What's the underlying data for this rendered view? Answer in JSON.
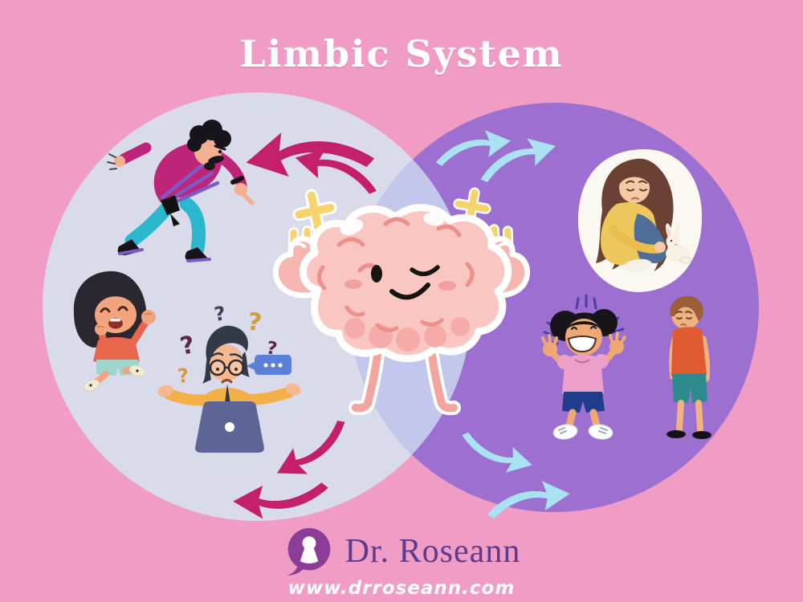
{
  "title": "Limbic System",
  "footer": {
    "brand": "Dr. Roseann",
    "url": "www.drroseann.com"
  },
  "decor": {
    "question_mark": "?"
  },
  "colors": {
    "background": "#F09CC5",
    "left_circle": "#DADBEA",
    "right_circle": "#9C6FD0",
    "overlap": "#C3C7EB",
    "left_arrows": "#C32069",
    "right_arrows": "#A9E2F3",
    "brain_body": "#FAC6C2",
    "sparkle_yellow": "#F6D36B",
    "title_text": "#FFFFFF",
    "brand_text": "#5C3A8E",
    "logo_bubble": "#8A3C97",
    "url_text": "#FFFFFF"
  },
  "scene": {
    "center_character": "strong-brain-mascot",
    "left_side_characters": [
      "angry-man-pointing",
      "crying-girl",
      "confused-person-at-laptop"
    ],
    "right_side_characters": [
      "sad-woman-hugging-bunny",
      "excited-girl-cheering",
      "sad-boy-standing"
    ]
  }
}
